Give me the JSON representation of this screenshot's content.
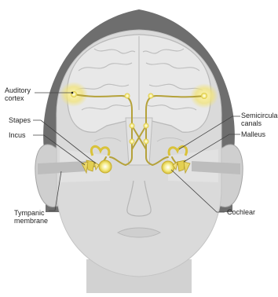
{
  "labels": {
    "auditory_cortex": [
      "Auditory",
      "cortex"
    ],
    "stapes": "Stapes",
    "incus": "Incus",
    "tympanic_membrane": [
      "Tympanic",
      "membrane"
    ],
    "semicircular_canals": [
      "Semicircular",
      "canals"
    ],
    "malleus": "Malleus",
    "cochlear": "Cochlear"
  },
  "colors": {
    "head_skin": "#d9d9d9",
    "hair": "#6b6b6b",
    "brain": "#e6e6e6",
    "brain_fold": "#b9b9b9",
    "pathway": "#b5a23a",
    "pathway_glow": "#f5ef9a",
    "ossicles": "#e3cf52",
    "leader_line": "#444444",
    "text": "#1e1e1e"
  }
}
